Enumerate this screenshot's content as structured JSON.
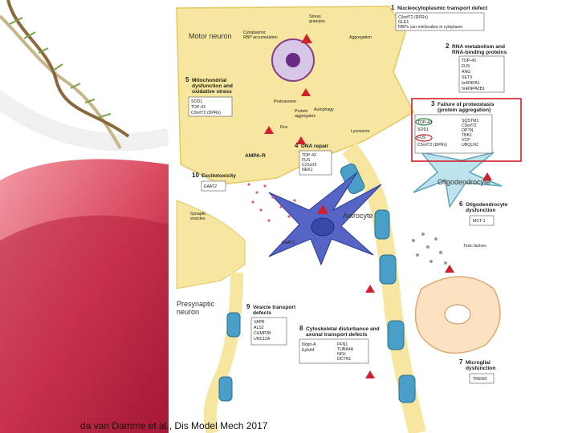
{
  "citation": "da van  Damme et al., Dis Model Mech 2017",
  "labels": {
    "motor_neuron": "Motor neuron",
    "astrocyte": "Astrocyte",
    "oligodendrocyte": "Oligodendrocyte",
    "presynaptic": [
      "Presynaptic",
      "neuron"
    ],
    "ampa_r": "AMPA-R",
    "eaat2_membrane": "EAAT2",
    "synaptic_vesicles": [
      "Synaptic",
      "vesicles"
    ],
    "toxic_factors": "Toxic factors",
    "stress_granules": [
      "Stress",
      "granules"
    ],
    "cytoplasmic_rbp": [
      "Cytoplasmic",
      "RBP accumulation"
    ],
    "aggregation": "Aggregation",
    "proteasome": "Proteasome",
    "autophagy": "Autophagy",
    "protein_aggregates": [
      "Protein",
      "aggregates"
    ],
    "lysosome": "Lysosome",
    "ros": "Ros"
  },
  "panels": {
    "p1": {
      "num": "1",
      "title": [
        "Nucleocytoplasmic transport defect"
      ],
      "items": [
        "C9orf72 (DPRs)",
        "GLE1",
        "RBPs can mislocalize in cytoplasm"
      ]
    },
    "p2": {
      "num": "2",
      "title": [
        "RNA metabolism and",
        "RNA-binding proteins"
      ],
      "items": [
        "TDP-43",
        "FUS",
        "ANG",
        "SETX",
        "hnRNPA1",
        "hnRNPA2B1"
      ]
    },
    "p3": {
      "num": "3",
      "title": [
        "Failure of proteostasis",
        "(protein aggregation)"
      ],
      "items_left": [
        "TDP-43",
        "SOD1",
        "FUS",
        "C9orf72 (DPRs)"
      ],
      "items_right": [
        "SQSTM1",
        "C9orf72",
        "OPTN",
        "TBK1",
        "VCP",
        "UBQLN2"
      ]
    },
    "p4": {
      "num": "4",
      "title": [
        "DNA repair"
      ],
      "items": [
        "TDP-43",
        "FUS",
        "C21orf2",
        "NEK1"
      ]
    },
    "p5": {
      "num": "5",
      "title": [
        "Mitochondrial",
        "dysfunction and",
        "oxidative stress"
      ],
      "items": [
        "SOD1",
        "TDP-43",
        "C9orf72 (DPRs)"
      ]
    },
    "p6": {
      "num": "6",
      "title": [
        "Oligodendrocyte",
        "dysfunction"
      ],
      "items": [
        "MCT-1"
      ]
    },
    "p7": {
      "num": "7",
      "title": [
        "Microglial",
        "dysfunction"
      ],
      "items": [
        "TREM2"
      ]
    },
    "p8": {
      "num": "8",
      "title": [
        "Cytoskeletal disturbance and",
        "axonal transport defects"
      ],
      "items_left": [
        "Nogo-A",
        "EphA4"
      ],
      "items_right": [
        "PFN1",
        "TUBA4A",
        "NFH",
        "DCTN1"
      ]
    },
    "p9": {
      "num": "9",
      "title": [
        "Vesicle transport",
        "defects"
      ],
      "items": [
        "VAPB",
        "ALS2",
        "CHMP2B",
        "UNC13A"
      ]
    },
    "p10": {
      "num": "10",
      "title": [
        "Excitotoxicity"
      ],
      "items": [
        "EAAT2"
      ]
    }
  }
}
